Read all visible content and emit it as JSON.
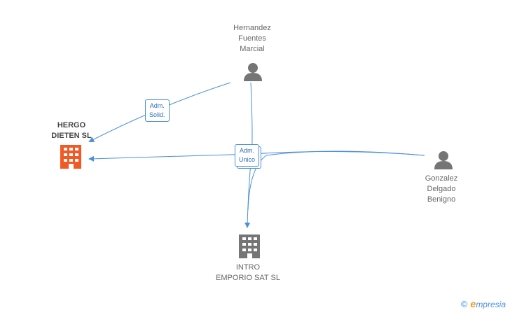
{
  "nodes": {
    "hernandez": {
      "label": "Hernandez\nFuentes\nMarcial",
      "type": "person"
    },
    "gonzalez": {
      "label": "Gonzalez\nDelgado\nBenigno",
      "type": "person"
    },
    "hergo": {
      "label": "HERGO\nDIETEN SL",
      "type": "company"
    },
    "intro": {
      "label": "INTRO\nEMPORIO SAT SL",
      "type": "company"
    }
  },
  "edges": {
    "adm_solid": "Adm.\nSolid.",
    "adm_unico": "Adm.\nUnico"
  },
  "colors": {
    "edge": "#4a90d9",
    "person_icon": "#757575",
    "company_icon_highlight": "#f15a24",
    "company_icon": "#757575"
  },
  "watermark": {
    "copyright": "©",
    "brand_first": "e",
    "brand_rest": "mpresia"
  }
}
